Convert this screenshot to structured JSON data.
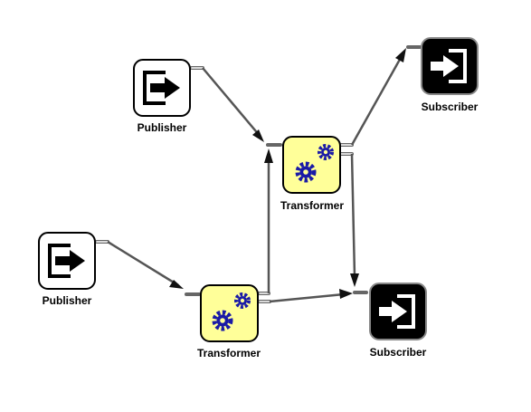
{
  "diagram": {
    "type": "flow",
    "colors": {
      "transformer_fill": "#ffff99",
      "gear": "#1a1aa6",
      "subscriber_fill": "#000000",
      "publisher_fill": "#ffffff",
      "edge": "#555555"
    },
    "nodes": [
      {
        "id": "publisher-1",
        "kind": "publisher",
        "label": "Publisher",
        "icon": "exit-arrow-icon"
      },
      {
        "id": "publisher-2",
        "kind": "publisher",
        "label": "Publisher",
        "icon": "exit-arrow-icon"
      },
      {
        "id": "transformer-1",
        "kind": "transformer",
        "label": "Transformer",
        "icon": "gears-icon"
      },
      {
        "id": "transformer-2",
        "kind": "transformer",
        "label": "Transformer",
        "icon": "gears-icon"
      },
      {
        "id": "subscriber-1",
        "kind": "subscriber",
        "label": "Subscriber",
        "icon": "enter-arrow-icon"
      },
      {
        "id": "subscriber-2",
        "kind": "subscriber",
        "label": "Subscriber",
        "icon": "enter-arrow-icon"
      }
    ],
    "edges": [
      {
        "from": "publisher-1",
        "to": "transformer-1"
      },
      {
        "from": "publisher-2",
        "to": "transformer-2"
      },
      {
        "from": "transformer-2",
        "to": "transformer-1"
      },
      {
        "from": "transformer-2",
        "to": "subscriber-2"
      },
      {
        "from": "transformer-1",
        "to": "subscriber-1"
      },
      {
        "from": "transformer-1",
        "to": "subscriber-2"
      }
    ]
  }
}
